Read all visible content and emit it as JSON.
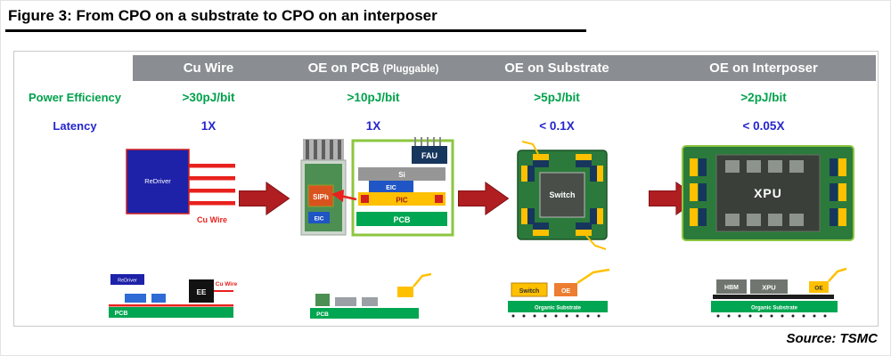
{
  "title": "Figure 3: From CPO on a substrate to CPO on an interposer",
  "source": "Source: TSMC",
  "colors": {
    "header_bg": "#8A8E92",
    "power_green": "#00A14B",
    "latency_blue": "#2525CE",
    "arrow_red": "#B01E22",
    "pcb_green": "#00A651",
    "module_yellow": "#FFC000",
    "module_navy": "#17365D"
  },
  "header": {
    "col1": "Cu Wire",
    "col2": "OE on PCB",
    "col2_suffix": "(Pluggable)",
    "col3": "OE on Substrate",
    "col4": "OE on Interposer"
  },
  "rows": {
    "power": {
      "label": "Power Efficiency",
      "values": [
        ">30pJ/bit",
        ">10pJ/bit",
        ">5pJ/bit",
        ">2pJ/bit"
      ]
    },
    "latency": {
      "label": "Latency",
      "values": [
        "1X",
        "1X",
        "< 0.1X",
        "< 0.05X"
      ]
    }
  },
  "diagrams": {
    "cu": {
      "chip": "ReDriver",
      "wire_label": "Cu Wire",
      "bottom": {
        "module": "ReDriver",
        "ee": "EE",
        "pcb": "PCB",
        "wire_label": "Cu Wire"
      }
    },
    "pluggable": {
      "siph": "SIPh",
      "eic_module": "EIC",
      "fau": "FAU",
      "si": "Si",
      "eic": "EIC",
      "pic": "PIC",
      "pcb": "PCB",
      "bottom": {
        "pcb": "PCB"
      }
    },
    "substrate": {
      "switch": "Switch",
      "bottom": {
        "switch": "Switch",
        "oe": "OE",
        "substrate": "Organic Substrate"
      }
    },
    "interposer": {
      "xpu": "XPU",
      "bottom": {
        "hbm": "HBM",
        "xpu": "XPU",
        "oe": "OE",
        "substrate": "Organic Substrate"
      }
    }
  }
}
